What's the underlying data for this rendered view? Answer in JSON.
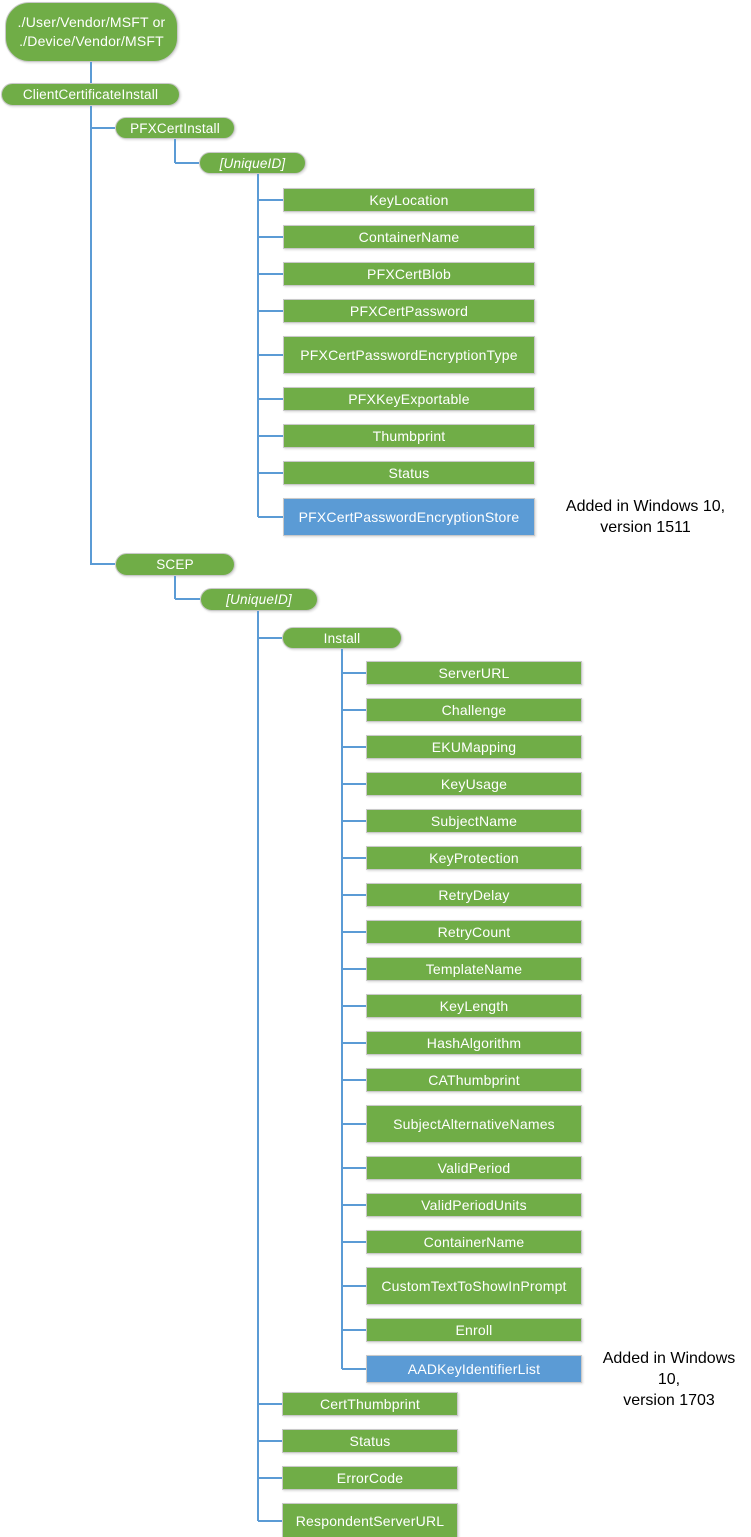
{
  "palette": {
    "node_green": "#70AD47",
    "node_blue": "#5B9BD5",
    "connector_blue": "#5B9BD5",
    "node_text": "#FFFFFF",
    "annotation_text": "#000000",
    "node_border": "#C9C9C9",
    "background": "#FFFFFF"
  },
  "root_node": {
    "lines": [
      "./User/Vendor/MSFT or",
      "./Device/Vendor/MSFT"
    ]
  },
  "pills": {
    "client_certificate_install": "ClientCertificateInstall",
    "pfx_cert_install": "PFXCertInstall",
    "pfx_unique_id": "[UniqueID]",
    "scep": "SCEP",
    "scep_unique_id": "[UniqueID]",
    "install": "Install"
  },
  "pfx_children": [
    {
      "label": "KeyLocation"
    },
    {
      "label": "ContainerName"
    },
    {
      "label": "PFXCertBlob"
    },
    {
      "label": "PFXCertPassword"
    },
    {
      "label": "PFXCertPasswordEncryptionType",
      "size": "tall"
    },
    {
      "label": "PFXKeyExportable"
    },
    {
      "label": "Thumbprint"
    },
    {
      "label": "Status"
    },
    {
      "label": "PFXCertPasswordEncryptionStore",
      "color": "blue",
      "size": "tall",
      "annotation": [
        "Added in Windows 10,",
        "version 1511"
      ]
    }
  ],
  "install_children": [
    {
      "label": "ServerURL"
    },
    {
      "label": "Challenge"
    },
    {
      "label": "EKUMapping"
    },
    {
      "label": "KeyUsage"
    },
    {
      "label": "SubjectName"
    },
    {
      "label": "KeyProtection"
    },
    {
      "label": "RetryDelay"
    },
    {
      "label": "RetryCount"
    },
    {
      "label": "TemplateName"
    },
    {
      "label": "KeyLength"
    },
    {
      "label": "HashAlgorithm"
    },
    {
      "label": "CAThumbprint"
    },
    {
      "label": "SubjectAlternativeNames",
      "size": "tall"
    },
    {
      "label": "ValidPeriod"
    },
    {
      "label": "ValidPeriodUnits"
    },
    {
      "label": "ContainerName"
    },
    {
      "label": "CustomTextToShowInPrompt",
      "size": "tall"
    },
    {
      "label": "Enroll"
    },
    {
      "label": "AADKeyIdentifierList",
      "color": "blue",
      "size": "medium",
      "annotation": [
        "Added in Windows 10,",
        "version 1703"
      ]
    }
  ],
  "scep_unique_id_children": [
    {
      "label": "CertThumbprint"
    },
    {
      "label": "Status"
    },
    {
      "label": "ErrorCode"
    },
    {
      "label": "RespondentServerURL",
      "size": "big"
    }
  ]
}
